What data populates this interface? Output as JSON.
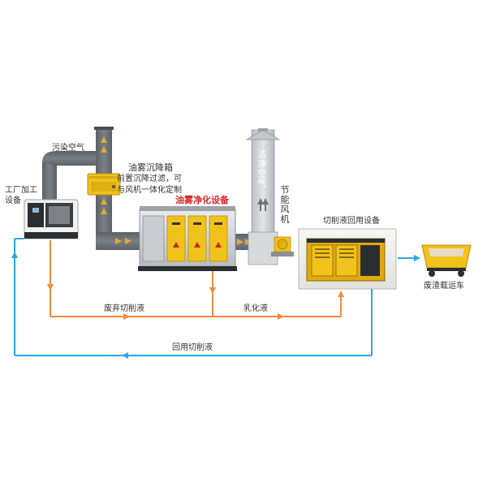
{
  "labels": {
    "machine_tool": "工厂加工\n设备",
    "polluted_air": "污染空气",
    "settling_box_title": "油雾沉降箱",
    "settling_box_desc": "前置沉降过滤，可\n与风机一体化定制",
    "purifier": "油雾净化设备",
    "clean_air": "洁净空气",
    "fan": "节能风机",
    "recycle_equipment": "切削液回用设备",
    "waste_cart": "废渣载运车",
    "waste_fluid": "废弃切削液",
    "emulsion": "乳化液",
    "recycled_fluid": "回用切削液"
  },
  "colors": {
    "duct": "#6d7378",
    "duct_dark": "#555a5e",
    "duct_arrow": "#e8a531",
    "yellow": "#f1c21b",
    "orange_line": "#f08c3c",
    "blue_line": "#2fa6e6",
    "accent_red": "#d8262b"
  }
}
